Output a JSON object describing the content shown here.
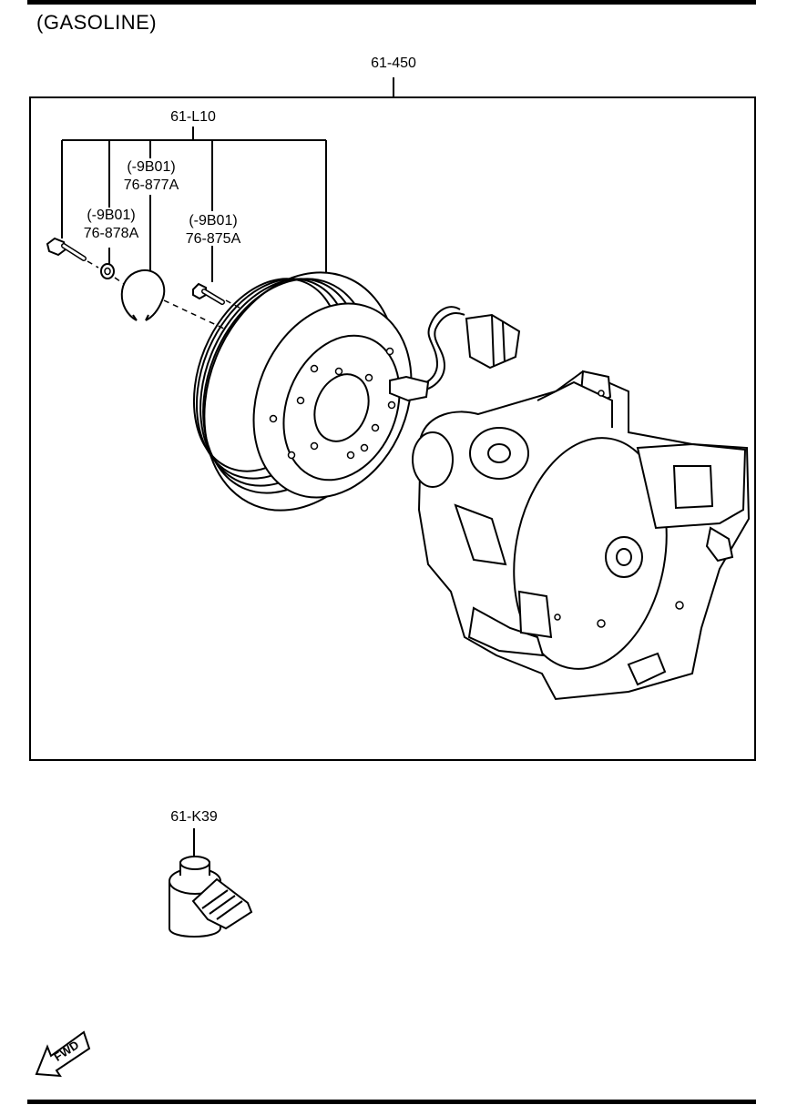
{
  "title": "(GASOLINE)",
  "callouts": {
    "assembly": "61-450",
    "clutch_set": "61-L10",
    "snap_ring_note": "(-9B01)",
    "snap_ring": "76-877A",
    "washer_note": "(-9B01)",
    "washer_bolt": "76-878A",
    "screw_note": "(-9B01)",
    "screw": "76-875A",
    "switch": "61-K39"
  },
  "fwd_label": "FWD",
  "icons": [
    "fwd-arrow-icon"
  ]
}
